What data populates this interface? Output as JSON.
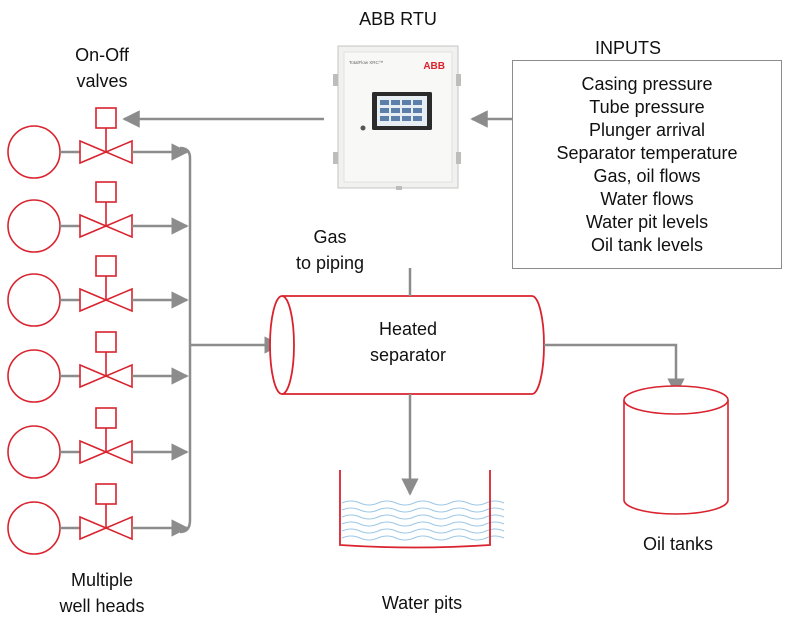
{
  "rtu": {
    "title": "ABB RTU",
    "brand": "ABB",
    "model": "TotalFlow XRC™"
  },
  "valves": {
    "label_line1": "On-Off",
    "label_line2": "valves",
    "count": 6
  },
  "wellheads": {
    "label_line1": "Multiple",
    "label_line2": "well heads"
  },
  "inputs": {
    "title": "INPUTS",
    "items": [
      "Casing pressure",
      "Tube pressure",
      "Plunger arrival",
      "Separator temperature",
      "Gas, oil flows",
      "Water flows",
      "Water pit levels",
      "Oil tank levels"
    ]
  },
  "gas": {
    "label_line1": "Gas",
    "label_line2": "to piping"
  },
  "separator": {
    "label_line1": "Heated",
    "label_line2": "separator"
  },
  "water_pits": {
    "label": "Water pits"
  },
  "oil_tanks": {
    "label": "Oil tanks"
  },
  "colors": {
    "equipment": "#d9232e",
    "piping": "#8c8c8c",
    "water": "#9cc8e6",
    "text": "#111111"
  }
}
